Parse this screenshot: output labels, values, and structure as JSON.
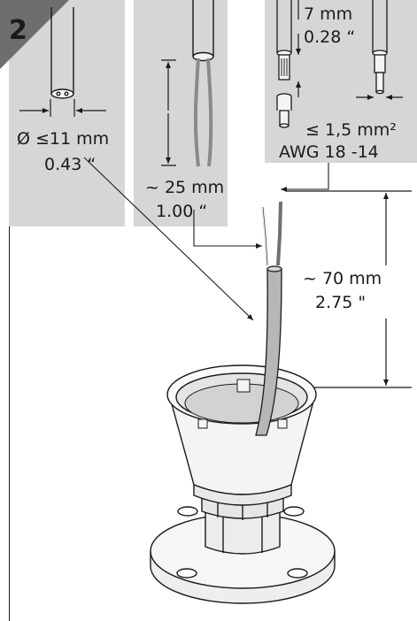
{
  "step": {
    "number": "2"
  },
  "colors": {
    "panel": "#d6d6d6",
    "badge": "#6e6e6e",
    "line": "#1a1a1a",
    "wire_light": "#eeeeee",
    "wire_dark": "#808080",
    "cable": "#b7b7b7",
    "metal": "#f4f4f4"
  },
  "labels": {
    "cable_diameter_mm": "Ø ≤11 mm",
    "cable_diameter_in": "0.43 “",
    "strip_length_mm": "~ 25 mm",
    "strip_length_in": "1.00 “",
    "ferrule_length_mm": "7 mm",
    "ferrule_length_in": "0.28 “",
    "wire_cross_section_mm": "≤ 1,5 mm²",
    "wire_gauge": "AWG 18 -14",
    "cable_length_mm": "~ 70 mm",
    "cable_length_in": "2.75  \""
  }
}
